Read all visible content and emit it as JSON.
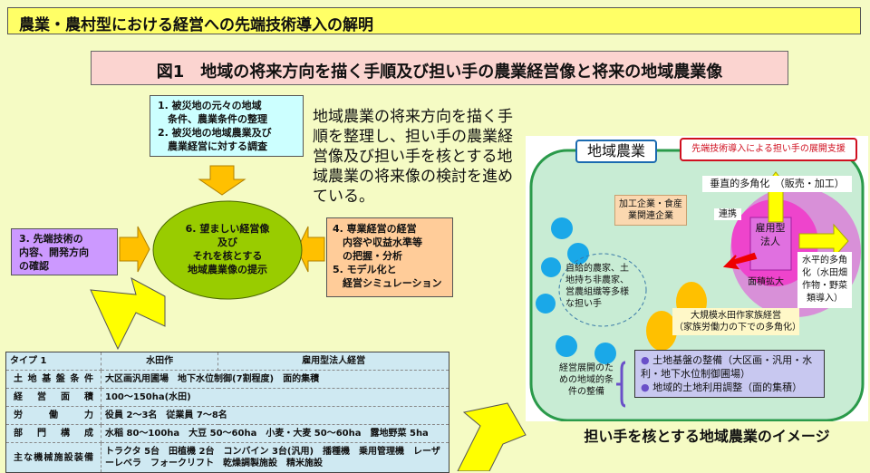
{
  "header": {
    "title": "農業・農村型における経営への先端技術導入の解明"
  },
  "figure": {
    "title": "図1　地域の将来方向を描く手順及び担い手の農業経営像と将来の地域農業像"
  },
  "flow": {
    "box1": [
      "1. 被災地の元々の地域",
      "　条件、農業条件の整理",
      "2. 被災地の地域農業及び",
      "　農業経営に対する調査"
    ],
    "box3": [
      "3. 先端技術の",
      "内容、開発方向",
      "の確認"
    ],
    "box45": [
      "4. 専業経営の経営",
      "　内容や収益水準等",
      "　の把握・分析",
      "5. モデル化と",
      "　経営シミュレーション"
    ],
    "center": [
      "6. 望ましい経営像",
      "及び",
      "それを核とする",
      "地域農業像の提示"
    ]
  },
  "description": "地域農業の将来方向を描く手順を整理し、担い手の農業経営像及び担い手を核とする地域農業の将来像の検討を進めている。",
  "table": {
    "header": [
      "タイプ 1",
      "水田作",
      "雇用型法人経営"
    ],
    "rows": [
      {
        "label": "土地基盤条件",
        "value": "大区画汎用圃場　地下水位制御(7割程度)　面的集積"
      },
      {
        "label": "経営面積",
        "value": "100～150ha(水田)"
      },
      {
        "label": "労働力",
        "value": "役員 2～3名　従業員 7～8名"
      },
      {
        "label": "部門構成",
        "value": "水稲 80～100ha　大豆 50～60ha　小麦・大麦 50～60ha　露地野菜 5ha"
      },
      {
        "label": "主な機械施設装備",
        "value": "トラクタ 5台　田植機 2台　コンバイン 3台(汎用)　播種機　乗用管理機　レーザーレベラ　フォークリフト　乾燥調製施設　精米施設"
      }
    ]
  },
  "diagram": {
    "region": "地域農業",
    "support": "先端技術導入による担い手の展開支援",
    "vertical": "垂直的多角化　（販売・加工）",
    "processing": "加工企業・食産業関連企業",
    "cooperation": "連携",
    "corp": "雇用型法人",
    "horizontal": "水平的多角化（水田畑作物・野菜類導入）",
    "expansion": "面積拡大",
    "diverse": "自給的農家、土地持ち非農家、営農組織等多様な担い手",
    "family": [
      "大規模水田作家族経営",
      "（家族労働力の下での多角化）"
    ],
    "conditions": "経営展開のための地域的条件の整備",
    "bullets": [
      "土地基盤の整備（大区画・汎用・水利・地下水位制御圃場）",
      "地域的土地利用調整（面的集積）"
    ],
    "caption": "担い手を核とする地域農業のイメージ"
  },
  "colors": {
    "arrow": "#ffc000",
    "bigArrow": "#ffff00",
    "ellipse": "#99cc00",
    "region": "#c8ecd4"
  }
}
